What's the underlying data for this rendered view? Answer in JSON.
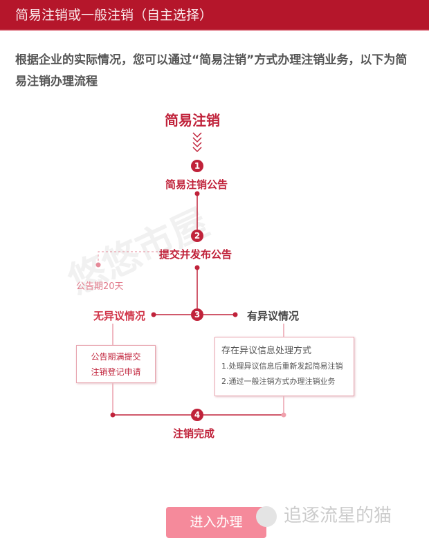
{
  "header": {
    "title": "简易注销或一般注销（自主选择）"
  },
  "intro": "根据企业的实际情况，您可以通过“简易注销”方式办理注销业务，以下为简易注销办理流程",
  "flow": {
    "title": "简易注销",
    "steps": [
      {
        "num": "1",
        "label": "简易注销公告"
      },
      {
        "num": "2",
        "label": "提交并发布公告"
      },
      {
        "num": "3",
        "label": ""
      },
      {
        "num": "4",
        "label": "注销完成"
      }
    ],
    "period": "公告期20天",
    "no_objection": "无异议情况",
    "objection": "有异议情况",
    "left_box": [
      "公告期满提交",
      "注销登记申请"
    ],
    "right_box": {
      "title": "存在异议信息处理方式",
      "items": [
        "1.处理异议信息后重新发起简易注销",
        "2.通过一般注销方式办理注销业务"
      ]
    }
  },
  "button": "进入办理",
  "watermark": "追逐流星的猫",
  "watermark2": "悠悠市屋",
  "colors": {
    "primary": "#b5162b",
    "button": "#f58a9b"
  }
}
